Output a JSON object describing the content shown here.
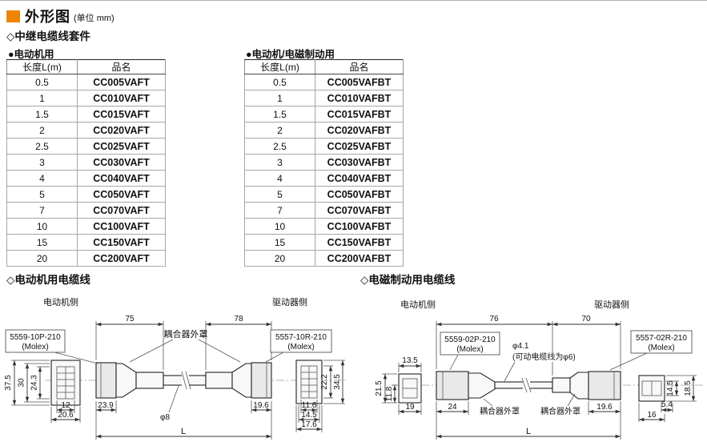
{
  "page": {
    "title": "外形图",
    "unit": "(单位 mm)",
    "section_kits": "◇中继电缆线套件"
  },
  "colors": {
    "accent": "#F08300"
  },
  "tables": [
    {
      "caption": "●电动机用",
      "headers": [
        "长度L(m)",
        "品名"
      ],
      "rows": [
        [
          "0.5",
          "CC005VAFT"
        ],
        [
          "1",
          "CC010VAFT"
        ],
        [
          "1.5",
          "CC015VAFT"
        ],
        [
          "2",
          "CC020VAFT"
        ],
        [
          "2.5",
          "CC025VAFT"
        ],
        [
          "3",
          "CC030VAFT"
        ],
        [
          "4",
          "CC040VAFT"
        ],
        [
          "5",
          "CC050VAFT"
        ],
        [
          "7",
          "CC070VAFT"
        ],
        [
          "10",
          "CC100VAFT"
        ],
        [
          "15",
          "CC150VAFT"
        ],
        [
          "20",
          "CC200VAFT"
        ]
      ]
    },
    {
      "caption": "●电动机/电磁制动用",
      "headers": [
        "长度L(m)",
        "品名"
      ],
      "rows": [
        [
          "0.5",
          "CC005VAFBT"
        ],
        [
          "1",
          "CC010VAFBT"
        ],
        [
          "1.5",
          "CC015VAFBT"
        ],
        [
          "2",
          "CC020VAFBT"
        ],
        [
          "2.5",
          "CC025VAFBT"
        ],
        [
          "3",
          "CC030VAFBT"
        ],
        [
          "4",
          "CC040VAFBT"
        ],
        [
          "5",
          "CC050VAFBT"
        ],
        [
          "7",
          "CC070VAFBT"
        ],
        [
          "10",
          "CC100VAFBT"
        ],
        [
          "15",
          "CC150VAFBT"
        ],
        [
          "20",
          "CC200VAFBT"
        ]
      ]
    }
  ],
  "diagram_motor": {
    "title": "◇电动机用电缆线",
    "labels": {
      "motor_side": "电动机侧",
      "driver_side": "驱动器侧",
      "coupler_cover": "耦合器外罩",
      "conn_left_1": "5559-10P-210",
      "conn_left_2": "(Molex)",
      "conn_right_1": "5557-10R-210",
      "conn_right_2": "(Molex)",
      "dim75": "75",
      "dim78": "78",
      "dim37_5": "37.5",
      "dim30": "30",
      "dim24_3": "24.3",
      "dim12": "12",
      "dim20_6": "20.6",
      "dim23_9": "23.9",
      "dia8": "φ8",
      "dim19_6": "19.6",
      "dim22_2": "22.2",
      "dim34_5": "34.5",
      "dim11_6": "11.6",
      "dim14_5": "14.5",
      "dim17_6": "17.6",
      "length": "L"
    }
  },
  "diagram_brake": {
    "title": "◇电磁制动用电缆线",
    "labels": {
      "motor_side": "电动机侧",
      "driver_side": "驱动器侧",
      "conn_left_1": "5559-02P-210",
      "conn_left_2": "(Molex)",
      "conn_right_1": "5557-02R-210",
      "conn_right_2": "(Molex)",
      "dia4_1": "φ4.1",
      "dia_note": "(可动电缆线为φ6)",
      "coupler_cover_1": "耦合器外罩",
      "coupler_cover_2": "耦合器外罩",
      "dim76": "76",
      "dim70": "70",
      "dim13_5": "13.5",
      "dim21_5": "21.5",
      "dim11_8": "11.8",
      "dim19": "19",
      "dim24": "24",
      "dim19_6": "19.6",
      "dim14_5": "14.5",
      "dim18_5": "18.5",
      "dim5_4": "5.4",
      "dim16": "16",
      "length": "L"
    }
  }
}
